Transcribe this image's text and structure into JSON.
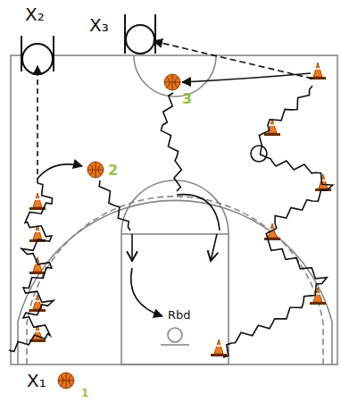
{
  "diagram": {
    "labels": [
      "X₂",
      "X₃",
      "3",
      "2",
      "Rbd",
      "X₁",
      "1"
    ]
  }
}
